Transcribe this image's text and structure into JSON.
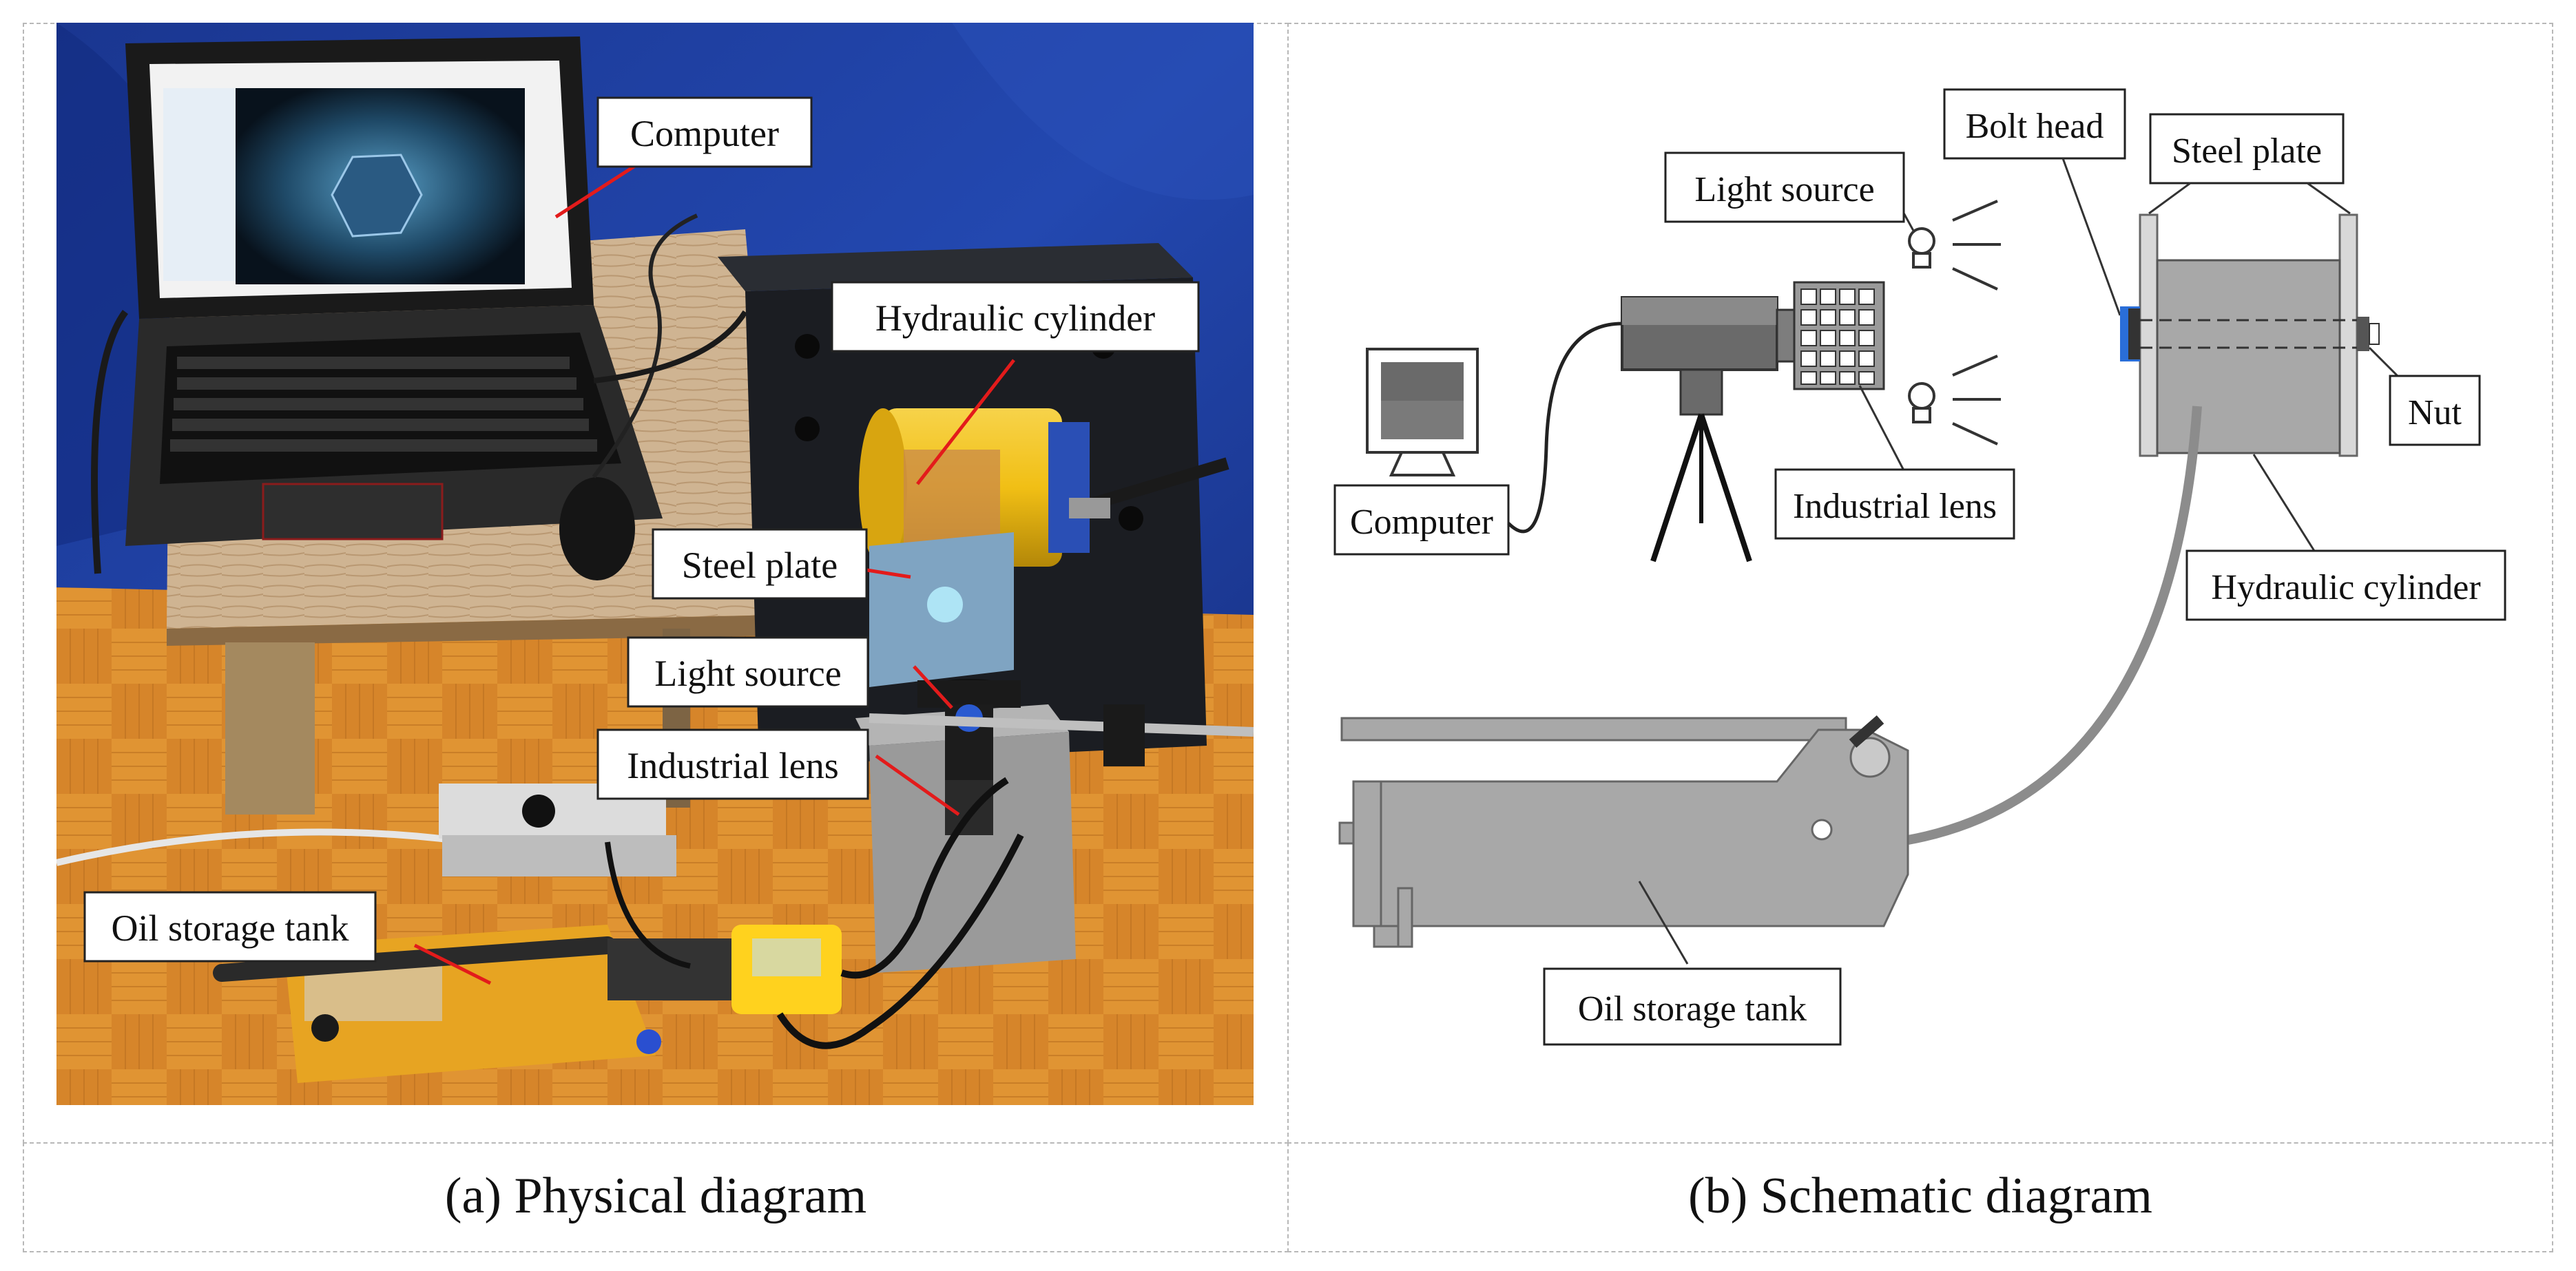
{
  "panels": {
    "physical": {
      "caption": "(a) Physical diagram",
      "labels": {
        "computer": "Computer",
        "hydraulic_cylinder": "Hydraulic cylinder",
        "steel_plate": "Steel plate",
        "light_source": "Light source",
        "industrial_lens": "Industrial lens",
        "oil_storage_tank": "Oil storage tank"
      }
    },
    "schematic": {
      "caption": "(b) Schematic diagram",
      "labels": {
        "light_source": "Light source",
        "bolt_head": "Bolt head",
        "steel_plate": "Steel plate",
        "computer": "Computer",
        "industrial_lens": "Industrial lens",
        "nut": "Nut",
        "hydraulic_cylinder": "Hydraulic cylinder",
        "oil_storage_tank": "Oil storage tank"
      }
    }
  },
  "colors": {
    "backdrop_blue": "#1c3a9a",
    "floor_orange": "#d9892e",
    "desk_wood": "#cdb18f",
    "cylinder_yellow": "#f2c21a",
    "leader_red": "#e02020",
    "schematic_gray": "#a9a9a9",
    "schematic_dark": "#5a5a5a"
  }
}
